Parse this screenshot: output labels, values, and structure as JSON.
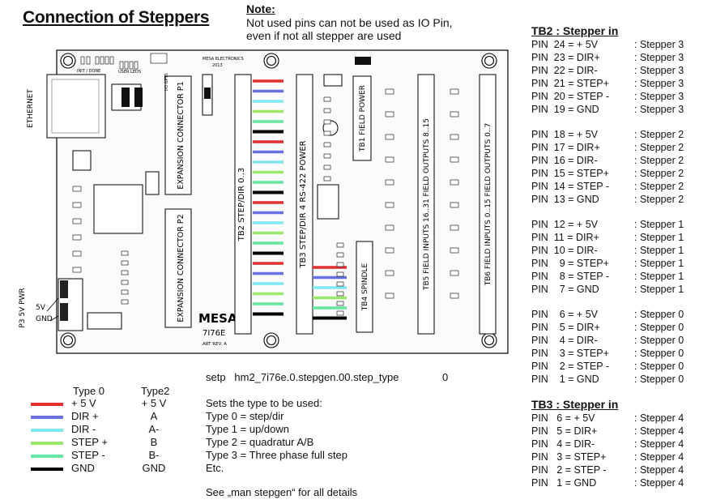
{
  "title": "Connection of Steppers",
  "note": {
    "heading": "Note:",
    "lines": [
      "Not used pins can not be used as IO Pin,",
      "even if not all stepper are used"
    ]
  },
  "board": {
    "maker": "MESA ELECTRONICS",
    "year": "2013",
    "logo": "MESA",
    "model": "7I76E",
    "rev": "ART REV. A",
    "ethernet": "ETHERNET",
    "power": "P3 5V PWR",
    "pwr_5v": "5V",
    "pwr_gnd": "GND",
    "p1": "EXPANSION CONNECTOR P1",
    "p2": "EXPANSION CONNECTOR P2",
    "tb2": "TB2 STEP/DIR 0..3",
    "tb3": "TB3 STEP/DIR 4 RS-422 POWER",
    "tb1": "TB1 FIELD POWER",
    "tb4": "TB4 SPINDLE",
    "tb5": "TB5 FIELD INPUTS 16..31 FIELD OUTPUTS 8..15",
    "tb6": "TB6 FIELD INPUTS 0..15 FIELD OUTPUTS 0..7",
    "leds": "INIT / DONE",
    "user_leds": "USER LEDS",
    "io_opts": "I/O OPTS"
  },
  "colors": {
    "plus5v": "#e03030",
    "dir_plus": "#6670e0",
    "dir_minus": "#7fe8ef",
    "step_plus": "#9be86a",
    "step_minus": "#66e6a0",
    "gnd": "#000000"
  },
  "tb2_wires": [
    "plus5v",
    "dir_plus",
    "dir_minus",
    "step_plus",
    "step_minus",
    "gnd",
    "plus5v",
    "dir_plus",
    "dir_minus",
    "step_plus",
    "step_minus",
    "gnd",
    "plus5v",
    "dir_plus",
    "dir_minus",
    "step_plus",
    "step_minus",
    "gnd",
    "plus5v",
    "dir_plus",
    "dir_minus",
    "step_plus",
    "step_minus",
    "gnd"
  ],
  "tb3_wires": [
    "plus5v",
    "dir_plus",
    "dir_minus",
    "step_plus",
    "step_minus",
    "gnd"
  ],
  "legend": {
    "header_type0": "Type 0",
    "header_type2": "Type2",
    "rows": [
      {
        "color_key": "plus5v",
        "type0": "+ 5 V",
        "type2": "+ 5 V"
      },
      {
        "color_key": "dir_plus",
        "type0": "DIR +",
        "type2": "A"
      },
      {
        "color_key": "dir_minus",
        "type0": "DIR -",
        "type2": "A-"
      },
      {
        "color_key": "step_plus",
        "type0": "STEP +",
        "type2": "B"
      },
      {
        "color_key": "step_minus",
        "type0": "STEP -",
        "type2": "B-"
      },
      {
        "color_key": "gnd",
        "type0": "GND",
        "type2": "GND"
      }
    ]
  },
  "setp": {
    "command": "setp   hm2_7i76e.0.stepgen.00.step_type",
    "value": "0"
  },
  "types": {
    "intro": "Sets the type to be used:",
    "lines": [
      "Type 0 = step/dir",
      "Type 1 = up/down",
      "Type 2 = quadratur A/B",
      "Type 3 = Three phase full step",
      "Etc."
    ],
    "see": "See „man stepgen“ for all details"
  },
  "tb2": {
    "heading": "TB2 : Stepper in",
    "groups": [
      [
        {
          "pin": "PIN  24 = + 5V",
          "desc": ": Stepper 3"
        },
        {
          "pin": "PIN  23 = DIR+",
          "desc": ": Stepper 3"
        },
        {
          "pin": "PIN  22 = DIR-",
          "desc": ": Stepper 3"
        },
        {
          "pin": "PIN  21 = STEP+",
          "desc": ": Stepper 3"
        },
        {
          "pin": "PIN  20 = STEP -",
          "desc": ": Stepper 3"
        },
        {
          "pin": "PIN  19 = GND",
          "desc": ": Stepper 3"
        }
      ],
      [
        {
          "pin": "PIN  18 = + 5V",
          "desc": ": Stepper 2"
        },
        {
          "pin": "PIN  17 = DIR+",
          "desc": ": Stepper 2"
        },
        {
          "pin": "PIN  16 = DIR-",
          "desc": ": Stepper 2"
        },
        {
          "pin": "PIN  15 = STEP+",
          "desc": ": Stepper 2"
        },
        {
          "pin": "PIN  14 = STEP -",
          "desc": ": Stepper 2"
        },
        {
          "pin": "PIN  13 = GND",
          "desc": ": Stepper 2"
        }
      ],
      [
        {
          "pin": "PIN  12 = + 5V",
          "desc": ": Stepper 1"
        },
        {
          "pin": "PIN  11 = DIR+",
          "desc": ": Stepper 1"
        },
        {
          "pin": "PIN  10 = DIR-",
          "desc": ": Stepper 1"
        },
        {
          "pin": "PIN    9 = STEP+",
          "desc": ": Stepper 1"
        },
        {
          "pin": "PIN    8 = STEP -",
          "desc": ": Stepper 1"
        },
        {
          "pin": "PIN    7 = GND",
          "desc": ": Stepper 1"
        }
      ],
      [
        {
          "pin": "PIN    6 = + 5V",
          "desc": ": Stepper 0"
        },
        {
          "pin": "PIN    5 = DIR+",
          "desc": ": Stepper 0"
        },
        {
          "pin": "PIN    4 = DIR-",
          "desc": ": Stepper 0"
        },
        {
          "pin": "PIN    3 = STEP+",
          "desc": ": Stepper 0"
        },
        {
          "pin": "PIN    2 = STEP -",
          "desc": ": Stepper 0"
        },
        {
          "pin": "PIN    1 = GND",
          "desc": ": Stepper 0"
        }
      ]
    ]
  },
  "tb3": {
    "heading": "TB3 : Stepper in",
    "rows": [
      {
        "pin": "PIN   6 = + 5V",
        "desc": ": Stepper 4"
      },
      {
        "pin": "PIN   5 = DIR+",
        "desc": ": Stepper 4"
      },
      {
        "pin": "PIN   4 = DIR-",
        "desc": ": Stepper 4"
      },
      {
        "pin": "PIN   3 = STEP+",
        "desc": ": Stepper 4"
      },
      {
        "pin": "PIN   2 = STEP -",
        "desc": ": Stepper 4"
      },
      {
        "pin": "PIN   1 = GND",
        "desc": ": Stepper 4"
      }
    ]
  }
}
